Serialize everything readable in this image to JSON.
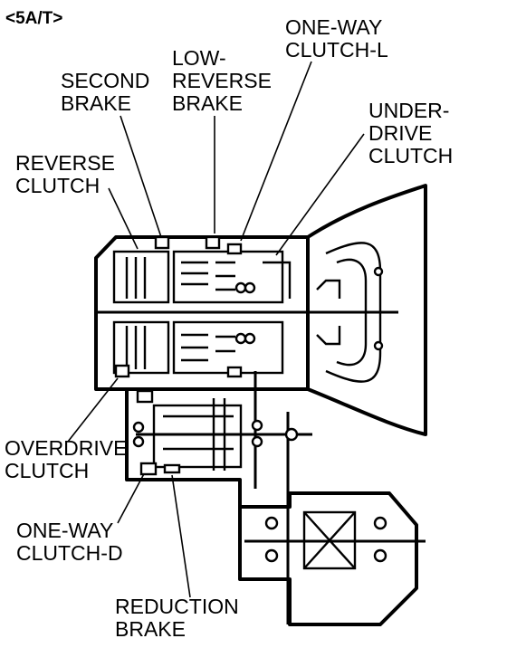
{
  "title": "<5A/T>",
  "labels": {
    "second_brake": [
      "SECOND",
      "BRAKE"
    ],
    "low_reverse_brake": [
      "LOW-",
      "REVERSE",
      "BRAKE"
    ],
    "one_way_clutch_l": [
      "ONE-WAY",
      "CLUTCH-L"
    ],
    "underdrive_clutch": [
      "UNDER-",
      "DRIVE",
      "CLUTCH"
    ],
    "reverse_clutch": [
      "REVERSE",
      "CLUTCH"
    ],
    "overdrive_clutch": [
      "OVERDRIVE",
      "CLUTCH"
    ],
    "one_way_clutch_d": [
      "ONE-WAY",
      "CLUTCH-D"
    ],
    "reduction_brake": [
      "REDUCTION",
      "BRAKE"
    ]
  }
}
